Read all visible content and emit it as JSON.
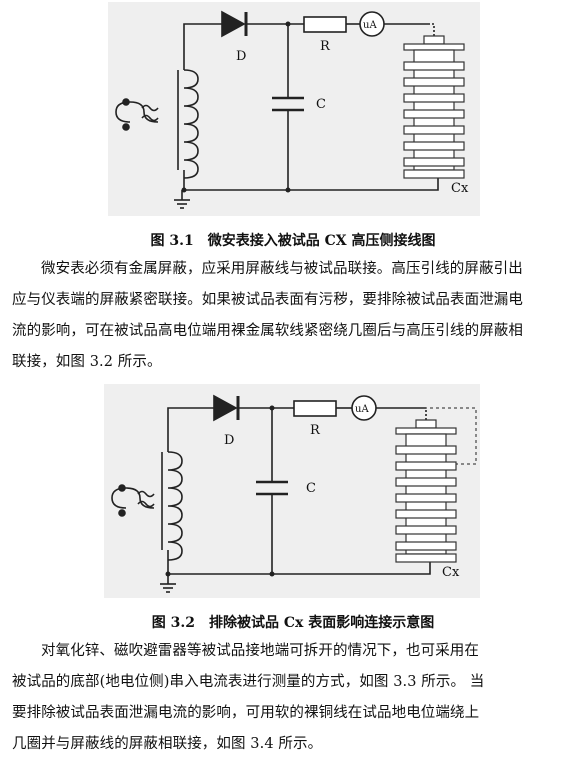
{
  "figure1": {
    "labels": {
      "diode": "D",
      "resistor": "R",
      "meter": "uA",
      "capacitor": "C",
      "specimen": "Cx"
    },
    "caption": "图 3.1　微安表接入被试品 CX 高压侧接线图"
  },
  "para1": {
    "lines": [
      "微安表必须有金属屏蔽，应采用屏蔽线与被试品联接。高压引线的屏蔽引出",
      "应与仪表端的屏蔽紧密联接。如果被试品表面有污秽，要排除被试品表面泄漏电",
      "流的影响，可在被试品高电位端用裸金属软线紧密绕几圈后与高压引线的屏蔽相",
      "联接，如图 3.2 所示。"
    ]
  },
  "figure2": {
    "labels": {
      "diode": "D",
      "resistor": "R",
      "meter": "uA",
      "capacitor": "C",
      "specimen": "Cx"
    },
    "caption": "图 3.2　排除被试品 Cx 表面影响连接示意图"
  },
  "para2": {
    "lines": [
      "对氧化锌、磁吹避雷器等被试品接地端可拆开的情况下，也可采用在",
      "被试品的底部(地电位侧)串入电流表进行测量的方式，如图 3.3 所示。 当",
      "要排除被试品表面泄漏电流的影响，可用软的裸铜线在试品地电位端绕上",
      "几圈并与屏蔽线的屏蔽相联接，如图 3.4 所示。"
    ]
  }
}
